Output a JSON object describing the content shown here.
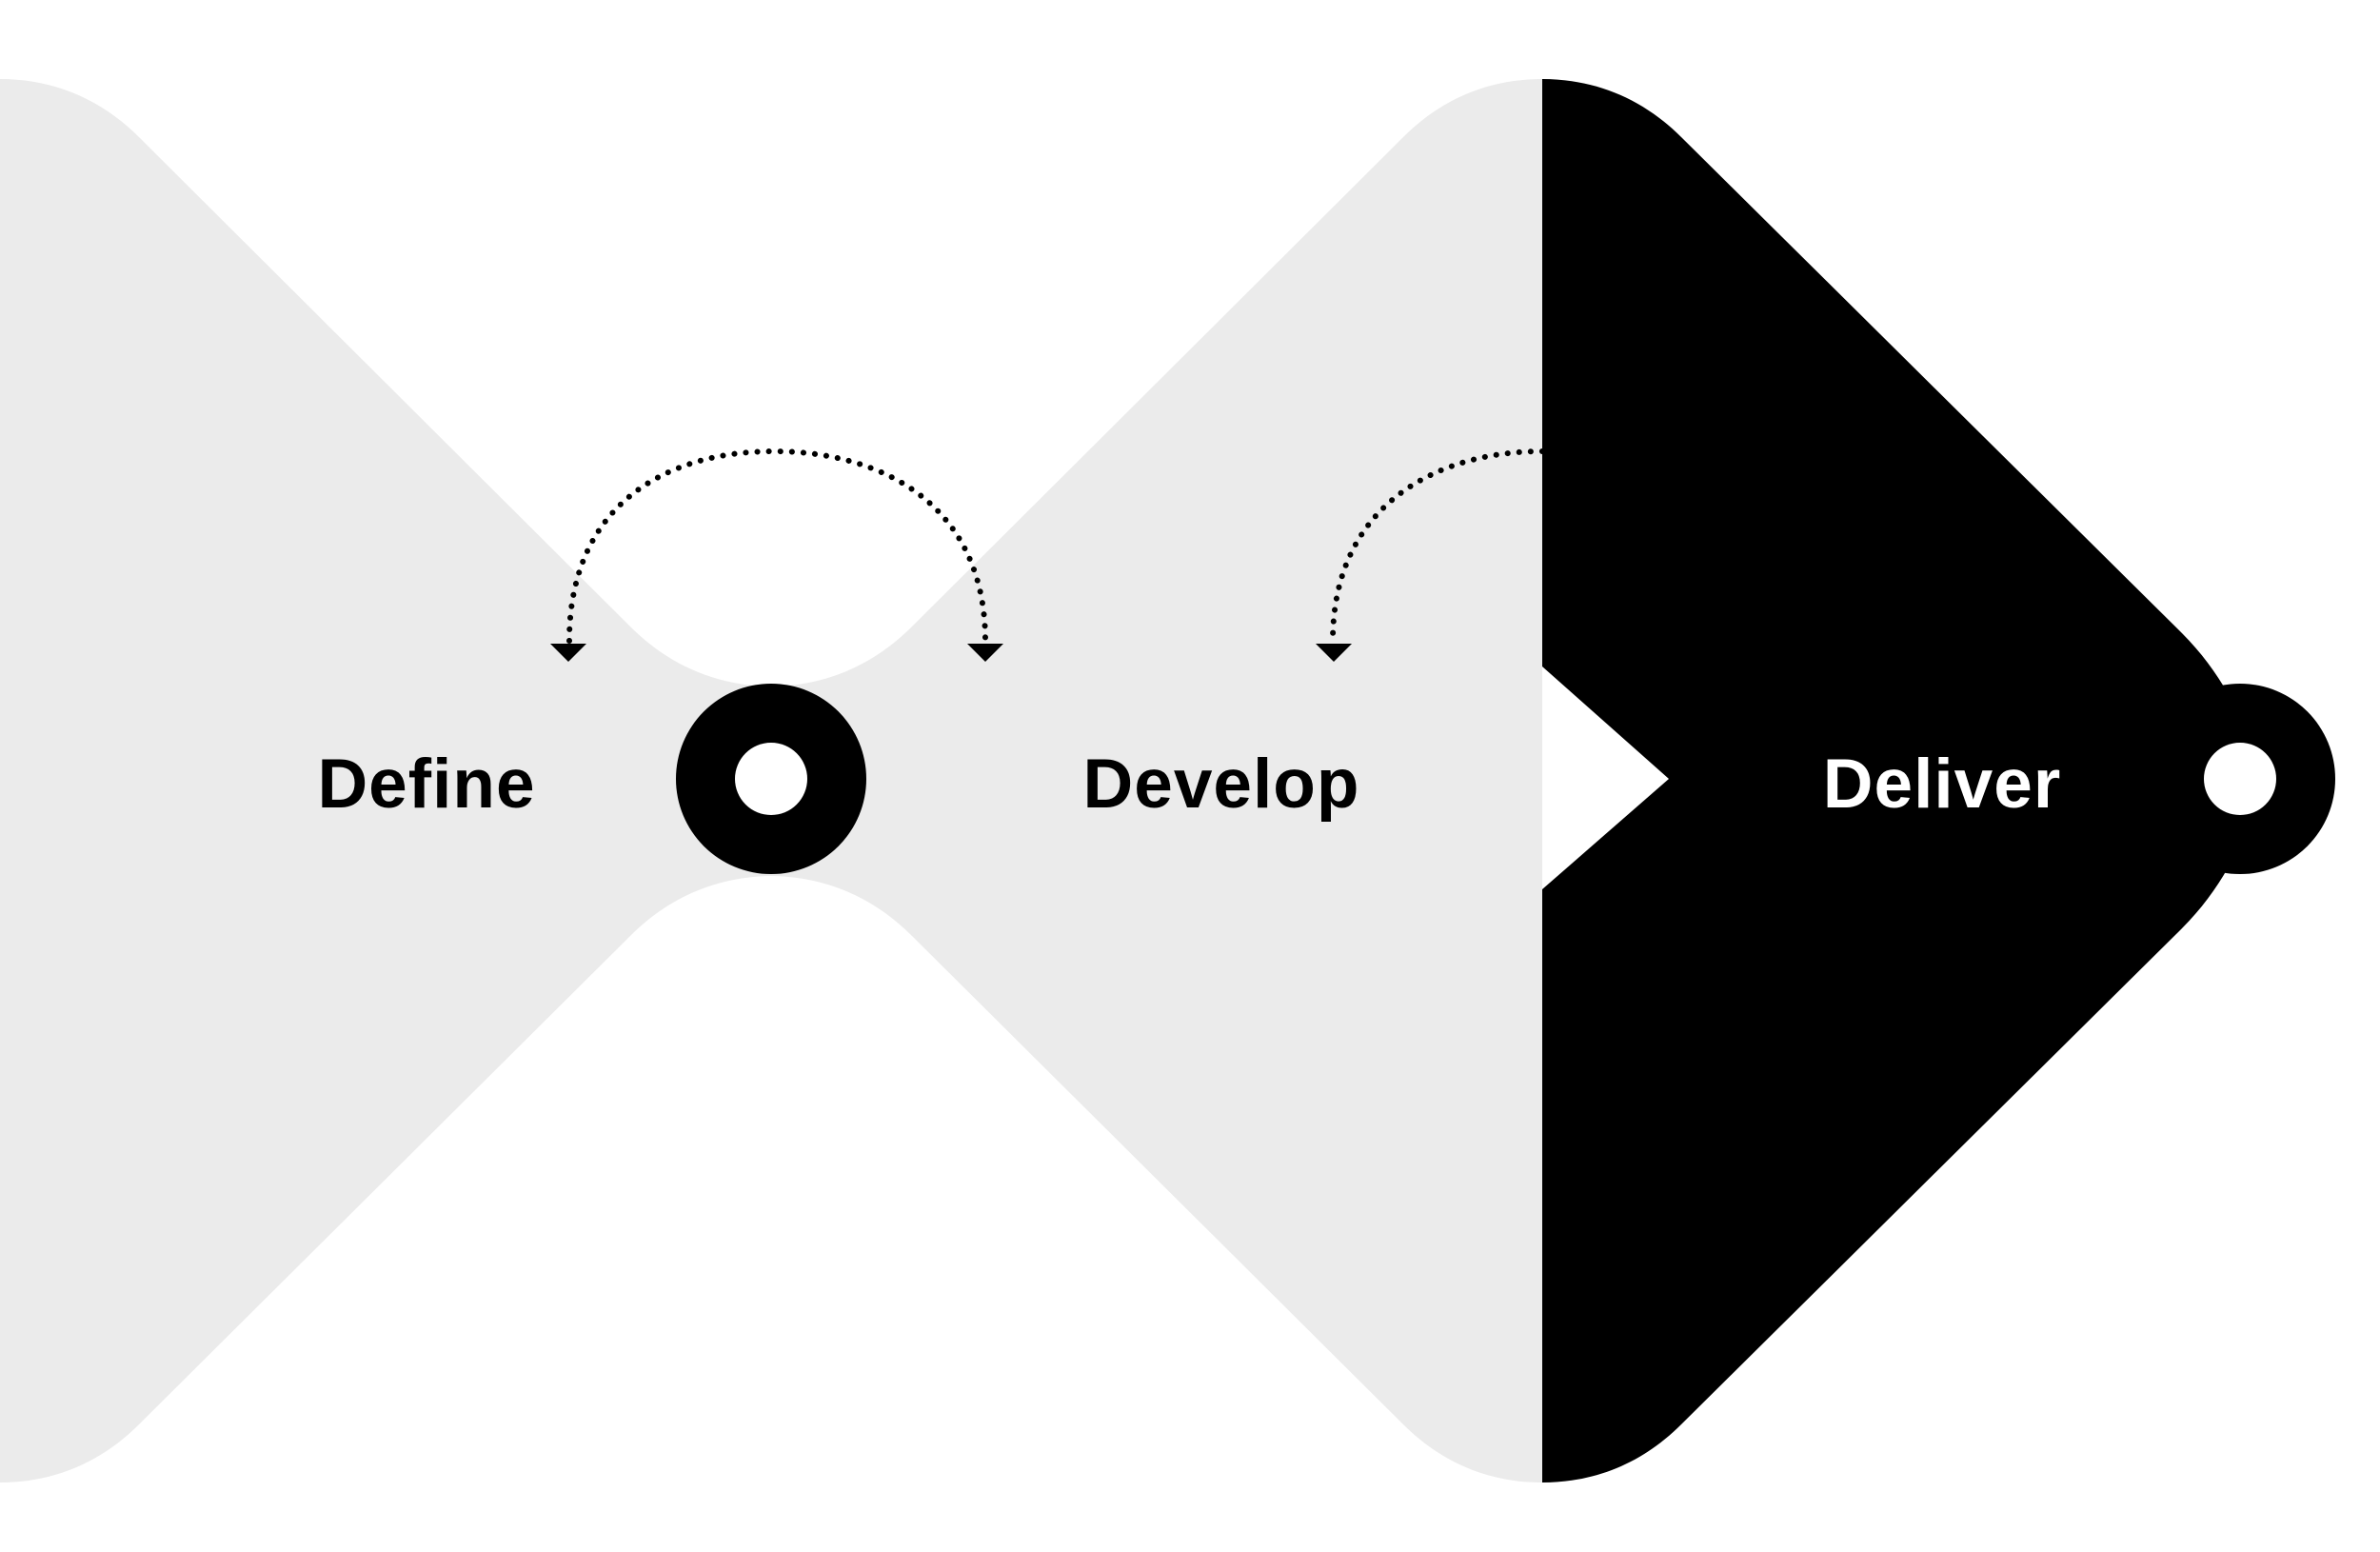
{
  "colors": {
    "background": "#ffffff",
    "phase_fill": "#ebebeb",
    "active_fill": "#000000",
    "node_inner": "#ffffff",
    "label_dark": "#000000",
    "label_light": "#ffffff"
  },
  "phases": [
    {
      "label": "Define",
      "state": "inactive"
    },
    {
      "label": "Develop",
      "state": "inactive"
    },
    {
      "label": "Deliver",
      "state": "active"
    }
  ],
  "icons": {
    "milestone": "ring-node-icon",
    "loop": "dotted-arrow-icon"
  }
}
